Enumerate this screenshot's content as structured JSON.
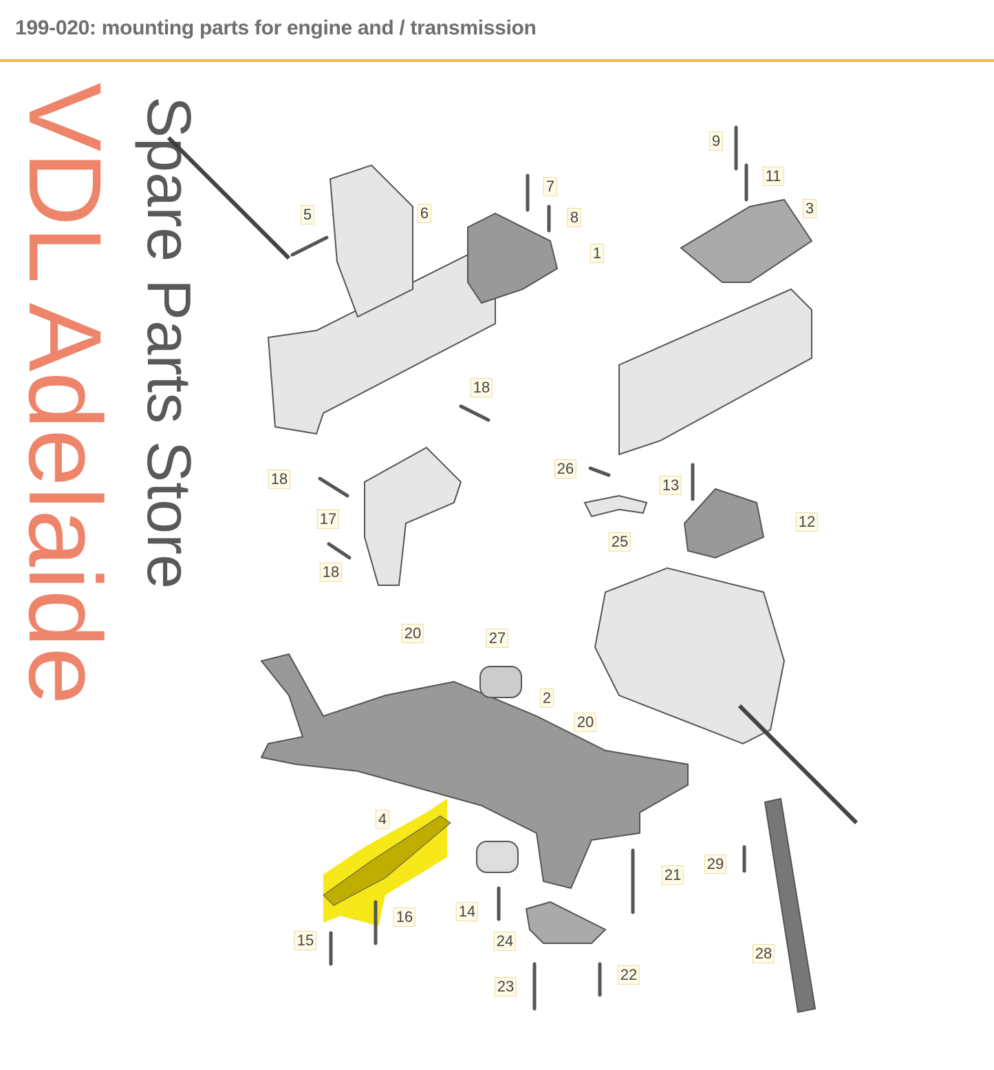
{
  "header": {
    "title": "199-020: mounting parts for engine and / transmission"
  },
  "watermark": {
    "line1": "VDL Adelaide",
    "line2": "Spare Parts Store"
  },
  "highlight_color": "#f5e600",
  "accent_color": "#e6c22e",
  "callouts": [
    "5",
    "6",
    "7",
    "8",
    "1",
    "9",
    "11",
    "3",
    "18",
    "18",
    "17",
    "18",
    "26",
    "13",
    "12",
    "25",
    "20",
    "27",
    "2",
    "20",
    "4",
    "21",
    "29",
    "14",
    "16",
    "15",
    "24",
    "22",
    "23",
    "28"
  ]
}
